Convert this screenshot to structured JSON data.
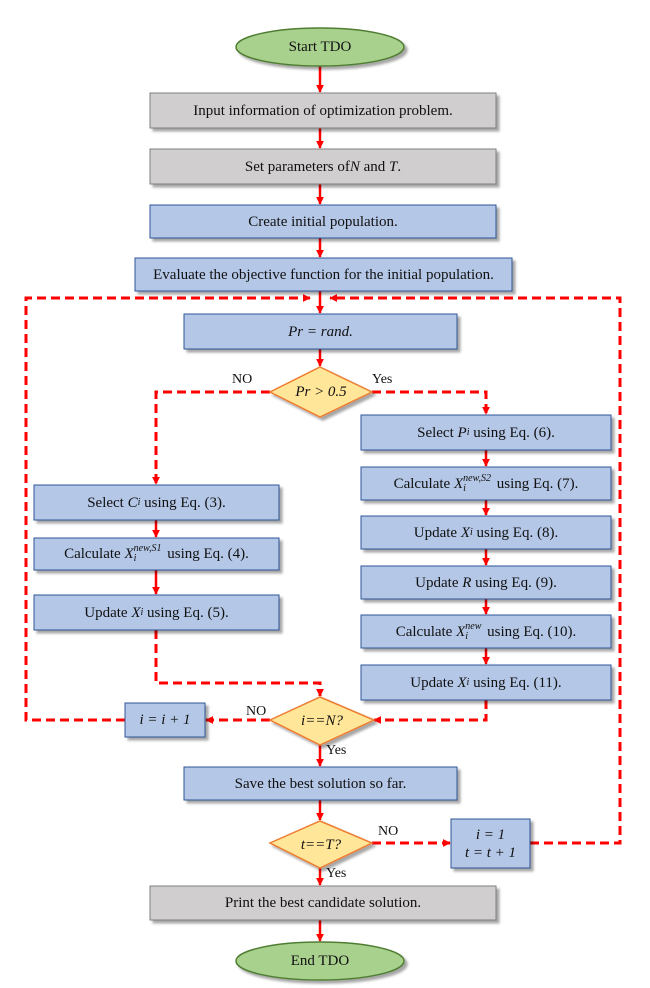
{
  "nodes": {
    "start": "Start TDO",
    "input": "Input information of optimization problem.",
    "params_pre": "Set parameters of ",
    "params_N": "N",
    "params_mid": " and ",
    "params_T": "T",
    "params_end": ".",
    "create": "Create initial population.",
    "evaluate": "Evaluate the objective function for the initial population.",
    "pr_rand": "Pr = rand.",
    "pr_cond": "Pr > 0.5",
    "select_ci_pre": "Select ",
    "select_ci_var": "C",
    "select_ci_sub": "i",
    "select_ci_post": " using Eq. (3).",
    "calc_s1_pre": "Calculate ",
    "calc_s1_var": "X",
    "calc_s1_sub": "i",
    "calc_s1_sup": "new,S1",
    "calc_s1_post": " using Eq. (4).",
    "upd_5_pre": "Update ",
    "upd_5_var": "X",
    "upd_5_sub": "i",
    "upd_5_post": " using Eq. (5).",
    "select_pi_pre": "Select ",
    "select_pi_var": "P",
    "select_pi_sub": "i",
    "select_pi_post": " using Eq. (6).",
    "calc_s2_pre": "Calculate ",
    "calc_s2_var": "X",
    "calc_s2_sub": "i",
    "calc_s2_sup": "new,S2",
    "calc_s2_post": " using Eq. (7).",
    "upd_8_pre": "Update ",
    "upd_8_var": "X",
    "upd_8_sub": "i",
    "upd_8_post": " using Eq. (8).",
    "upd_r_pre": "Update ",
    "upd_r_var": "R",
    "upd_r_post": " using Eq. (9).",
    "calc_new_pre": "Calculate ",
    "calc_new_var": "X",
    "calc_new_sub": "i",
    "calc_new_sup": "new",
    "calc_new_post": " using Eq. (10).",
    "upd_11_pre": "Update ",
    "upd_11_var": "X",
    "upd_11_sub": "i",
    "upd_11_post": " using Eq. (11).",
    "inc_i": "i = i + 1",
    "i_cond": "i==N?",
    "save": "Save the best solution so far.",
    "t_cond": "t==T?",
    "reset_i": "i = 1",
    "inc_t": "t = t + 1",
    "print": "Print the best candidate solution.",
    "end": "End TDO"
  },
  "edge_labels": {
    "no_pr": "NO",
    "yes_pr": "Yes",
    "no_i": "NO",
    "yes_i": "Yes",
    "no_t": "NO",
    "yes_t": "Yes"
  },
  "colors": {
    "terminal_fill": "#a9d18e",
    "terminal_stroke": "#507e32",
    "gray_fill": "#d0cece",
    "blue_fill": "#b4c7e7",
    "box_stroke": "#2f5597",
    "decision_fill": "#ffe699",
    "decision_stroke": "#ed7d31",
    "arrow": "#ff0000"
  }
}
